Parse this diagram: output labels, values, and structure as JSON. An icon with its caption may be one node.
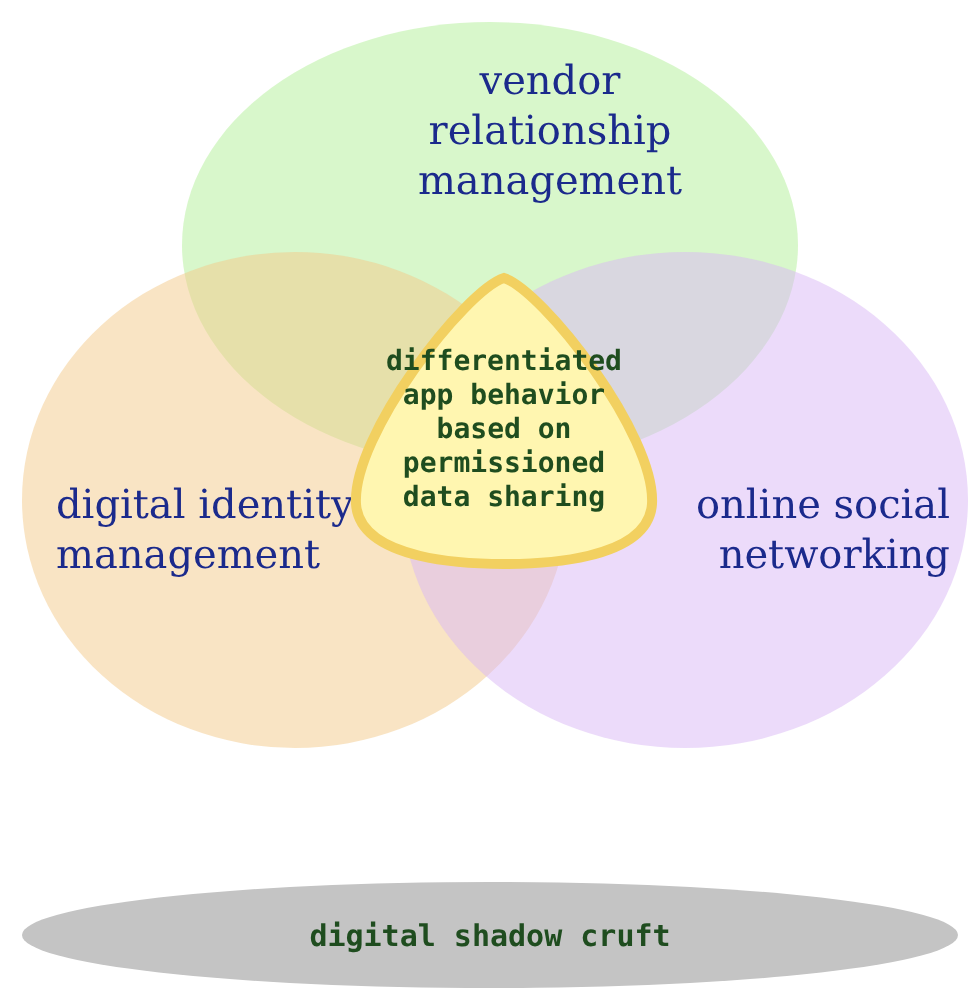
{
  "diagram": {
    "nodes": [
      {
        "text": [
          "vendor relationship management"
        ]
      },
      {
        "text": [
          "digital identity management"
        ]
      },
      {
        "text": [
          "online social networking"
        ]
      },
      {
        "text": [
          "differentiated app behavior based on permissioned data sharing"
        ]
      },
      {
        "text": [
          "digital shadow cruft"
        ]
      }
    ]
  }
}
